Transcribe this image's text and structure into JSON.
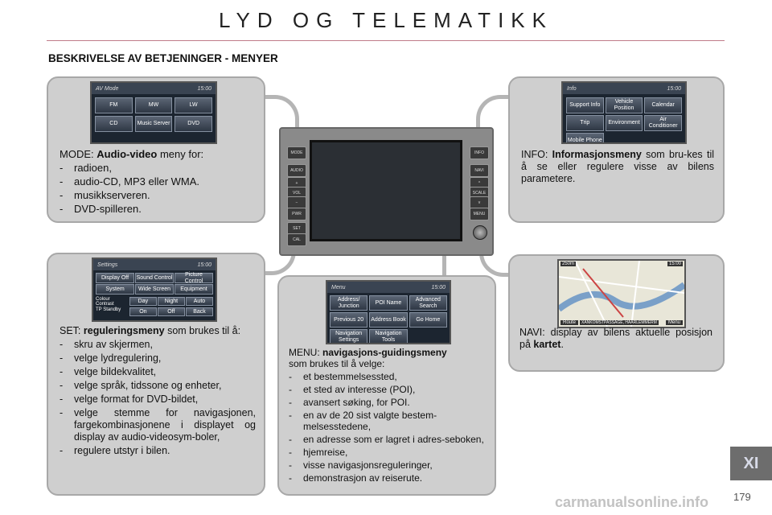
{
  "header": {
    "title": "LYD OG TELEMATIKK",
    "section_heading": "BESKRIVELSE AV BETJENINGER - MENYER"
  },
  "mode_panel": {
    "screen": {
      "title": "AV Mode",
      "time": "15:00",
      "buttons": [
        "FM",
        "MW",
        "LW",
        "CD",
        "Music Server",
        "DVD"
      ]
    },
    "lead": "MODE: ",
    "bold": "Audio-video",
    "rest": " meny for:",
    "items": [
      "radioen,",
      "audio-CD, MP3 eller WMA.",
      "musikkserveren.",
      "DVD-spilleren."
    ]
  },
  "info_panel": {
    "screen": {
      "title": "Info",
      "time": "15:00",
      "buttons": [
        "Support Info",
        "Vehicle Position",
        "Calendar",
        "Trip",
        "Environment",
        "Air Conditioner",
        "Mobile Phone"
      ]
    },
    "lead": "INFO: ",
    "bold": "Informasjonsmeny",
    "rest": " som bru-kes til å se eller regulere visse av bilens parametere."
  },
  "set_panel": {
    "screen": {
      "title": "Settings",
      "time": "15:00",
      "buttons": [
        "Display Off",
        "Sound Control",
        "Picture Control",
        "System",
        "Wide Screen",
        "Equipment",
        "Colour Contrast",
        "Day",
        "Night",
        "Auto",
        "TP Standby",
        "On",
        "Off"
      ],
      "back": "Back"
    },
    "lead": "SET: ",
    "bold": "reguleringsmeny",
    "rest": " som brukes til å:",
    "items": [
      "skru av skjermen,",
      "velge lydregulering,",
      "velge bildekvalitet,",
      "velge språk, tidssone og enheter,",
      "velge format for DVD-bildet,",
      "velge stemme for navigasjonen, fargekombinasjonene i displayet og display av audio-videosym-boler,",
      "regulere utstyr i bilen."
    ]
  },
  "menu_panel": {
    "screen": {
      "title": "Menu",
      "time": "15:00",
      "buttons": [
        "Address/ Junction",
        "POI Name",
        "Advanced Search",
        "Previous 20",
        "Address Book",
        "Go Home",
        "Navigation Settings",
        "Navigation Tools"
      ]
    },
    "lead": "MENU: ",
    "bold": "navigasjons-guidingsmeny",
    "rest": "som brukes til å velge:",
    "items": [
      "et bestemmelsessted,",
      "et sted av interesse (POI),",
      "avansert søking, for POI.",
      "en av de 20 sist valgte bestem-melsesstedene,",
      "en adresse som er lagret i adres-seboken,",
      "hjemreise,",
      "visse navigasjonsreguleringer,",
      "demonstrasjon av reiserute."
    ]
  },
  "navi_panel": {
    "screen": {
      "scale": "250m",
      "time": "15:00",
      "street": "XANKOMSTPASSAGE, HAARLEMMERM",
      "route": "Route",
      "menu": "Menu"
    },
    "lead": "NAVI: display av bilens aktuelle posisjon på ",
    "bold": "kartet",
    "rest": "."
  },
  "unit": {
    "left_buttons": [
      "MODE",
      "AUDIO",
      "+",
      "VOL",
      "−",
      "PWR",
      "SET",
      "CAL"
    ],
    "right_buttons": [
      "INFO",
      "NAVI",
      "^",
      "SCALE",
      "v",
      "MENU"
    ]
  },
  "footer": {
    "chapter": "XI",
    "page_number": "179",
    "watermark": "carmanualsonline.info"
  }
}
